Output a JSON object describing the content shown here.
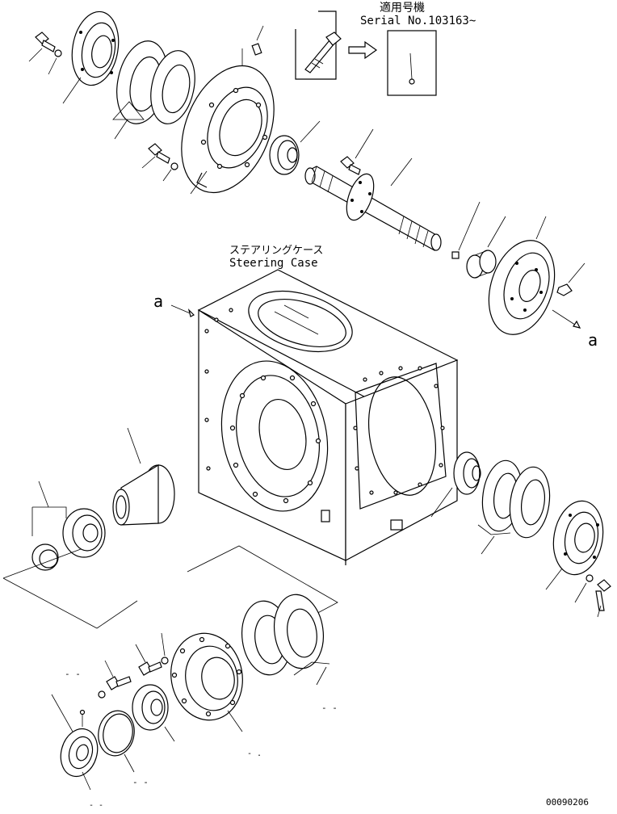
{
  "header": {
    "applicable_jp": "適用号機",
    "serial_label": "Serial No.103163~"
  },
  "case_label": {
    "jp": "ステアリングケース",
    "en": "Steering Case"
  },
  "view_markers": {
    "left": "a",
    "right": "a"
  },
  "drawing_number": "00090206"
}
